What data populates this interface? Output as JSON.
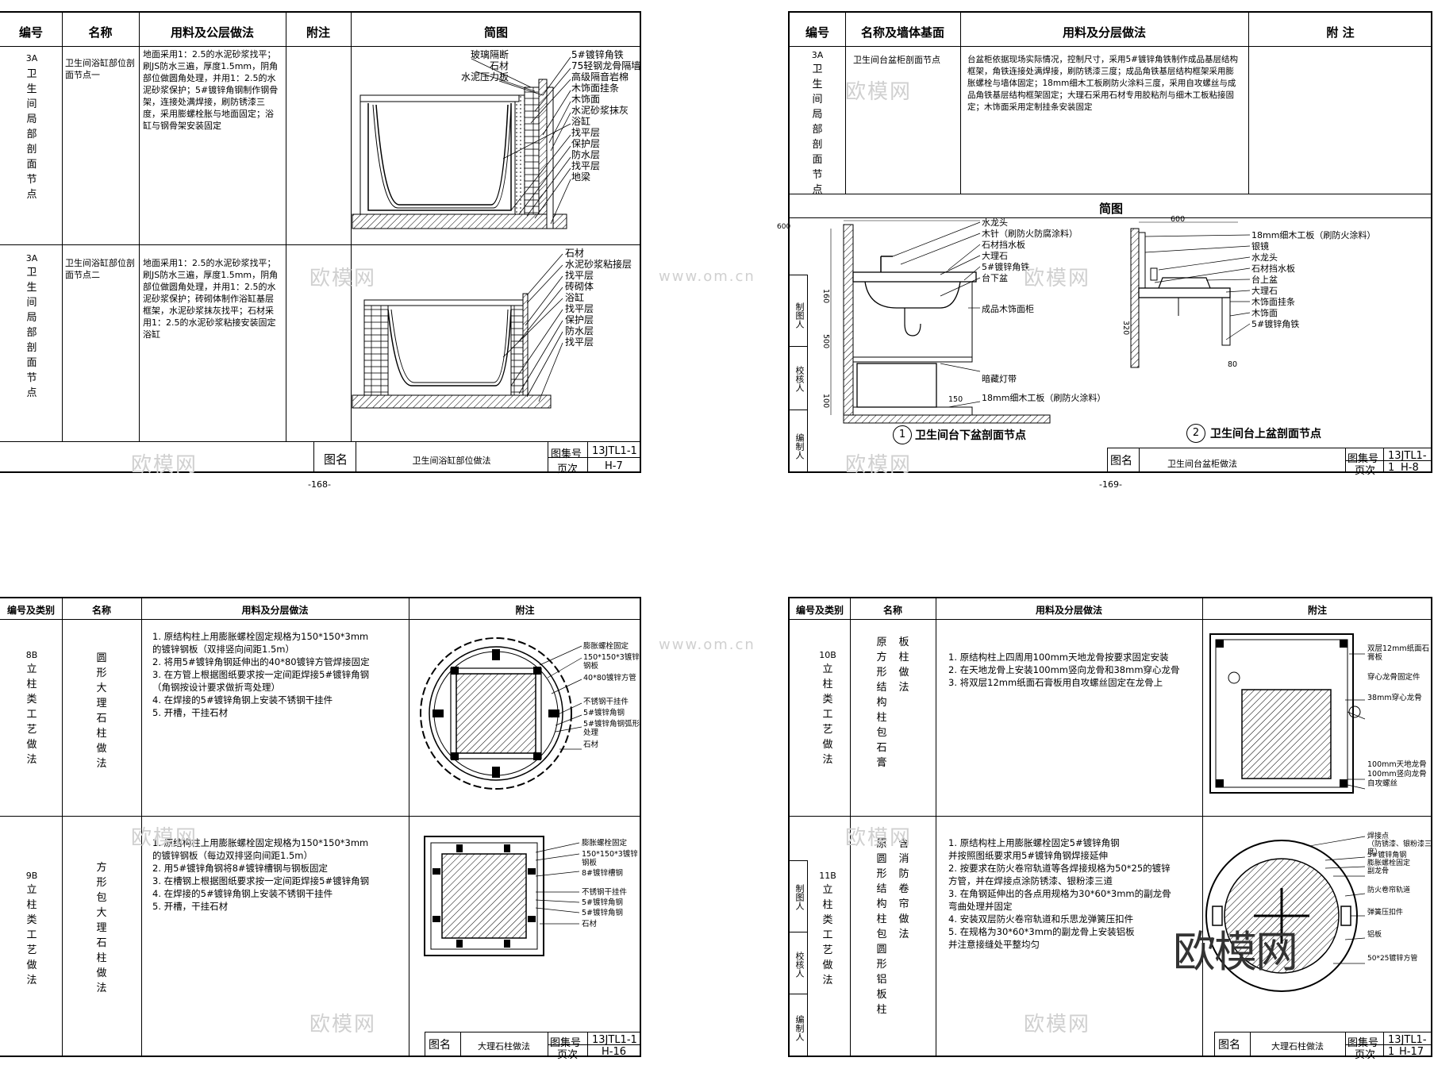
{
  "sheet_tl": {
    "headers": [
      "编号",
      "名称",
      "用料及公层做法",
      "附注",
      "简图"
    ],
    "row1": {
      "code": "3A",
      "category": "卫生间局部剖面节点",
      "name": "卫生间浴缸部位剖面节点一",
      "method": "地面采用1：2.5的水泥砂浆找平；刷JS防水三遍，厚度1.5mm，阴角部位做圆角处理，并用1：2.5的水泥砂浆保护；5#镀锌角钢制作钢骨架，连接处满焊接，刷防锈漆三度，采用膨螺栓胀与地面固定；浴缸与钢骨架安装固定",
      "labels": [
        "玻璃隔断",
        "石材",
        "水泥压力板",
        "5#镀锌角铁",
        "75轻钢龙骨隔墙",
        "高级隔音岩棉",
        "木饰面挂条",
        "木饰面",
        "水泥砂浆抹灰",
        "浴缸",
        "找平层",
        "保护层",
        "防水层",
        "找平层",
        "地梁"
      ]
    },
    "row2": {
      "code": "3A",
      "category": "卫生间局部剖面节点",
      "name": "卫生间浴缸部位剖面节点二",
      "method": "地面采用1：2.5的水泥砂浆找平；刷JS防水三遍，厚度1.5mm，阴角部位做圆角处理，并用1：2.5的水泥砂浆保护；砖砌体制作浴缸基层框架，水泥砂浆抹灰找平；石材采用1：2.5的水泥砂浆粘接安装固定浴缸",
      "labels": [
        "石材",
        "水泥砂浆粘接层",
        "找平层",
        "砖砌体",
        "浴缸",
        "找平层",
        "保护层",
        "防水层",
        "找平层"
      ]
    },
    "title_label": "图名",
    "title": "卫生间浴缸部位做法",
    "atlas_label": "图集号",
    "atlas": "13JTL1-1",
    "page_label": "页次",
    "page": "H-7",
    "page_number": "-168-"
  },
  "sheet_tr": {
    "headers": [
      "编号",
      "名称及墙体基面",
      "用料及分层做法",
      "附 注"
    ],
    "code": "3A",
    "category": "卫生间局部剖面节点",
    "name": "卫生间台盆柜剖面节点",
    "method": "台盆柜依据现场实际情况，控制尺寸，采用5#镀锌角铁制作成品基层结构框架，角铁连接处满焊接，刷防锈漆三度；成品角铁基层结构框架采用膨胀螺栓与墙体固定；18mm细木工板刷防火涂料三度，采用自攻螺丝与成品角铁基层结构框架固定；大理石采用石材专用胶粘剂与细木工板粘接固定；木饰面采用定制挂条安装固定",
    "diagram_header": "简图",
    "left_labels": [
      "水龙头",
      "木针（刷防火防腐涂料）",
      "石材挡水板",
      "大理石",
      "5#镀锌角铁",
      "台下盆",
      "成品木饰面柜",
      "暗藏灯带",
      "18mm细木工板（刷防火涂料）"
    ],
    "right_labels": [
      "18mm细木工板（刷防火涂料）",
      "银镜",
      "水龙头",
      "石材挡水板",
      "台上盆",
      "大理石",
      "木饰面挂条",
      "木饰面",
      "5#镀锌角铁"
    ],
    "dims_left": [
      "600",
      "160",
      "500",
      "100",
      "150"
    ],
    "dims_right": [
      "600",
      "320",
      "80"
    ],
    "caption1_num": "1",
    "caption1": "卫生间台下盆剖面节点",
    "caption2_num": "2",
    "caption2": "卫生间台上盆剖面节点",
    "side_stamps": [
      "制图人",
      "校核人",
      "编制人"
    ],
    "title_label": "图名",
    "title": "卫生间台盆柜做法",
    "atlas_label": "图集号",
    "atlas": "13JTL1-1",
    "page_label": "页次",
    "page": "H-8",
    "page_number": "-169-"
  },
  "sheet_bl": {
    "headers": [
      "编号及类别",
      "名称",
      "用料及分层做法",
      "附注"
    ],
    "row1": {
      "code": "8B",
      "category": "立柱类工艺做法",
      "name": "圆形大理石柱做法",
      "steps": [
        "1. 原结构柱上用膨胀螺栓固定规格为150*150*3mm",
        "   的镀锌钢板（双排竖向间距1.5m）",
        "2. 将用5#镀锌角钢延伸出的40*80镀锌方管焊接固定",
        "3. 在方管上根据图纸要求按一定间距焊接5#镀锌角钢",
        "   （角钢按设计要求做折弯处理）",
        "4. 在焊接的5#镀锌角钢上安装不锈钢干挂件",
        "5. 开槽，干挂石材"
      ],
      "labels": [
        "膨胀螺栓固定",
        "150*150*3镀锌钢板",
        "40*80镀锌方管",
        "不锈钢干挂件",
        "5#镀锌角钢",
        "5#镀锌角钢弧形处理",
        "石材"
      ]
    },
    "row2": {
      "code": "9B",
      "category": "立柱类工艺做法",
      "name": "方形包大理石柱做法",
      "steps": [
        "1. 原结构柱上用膨胀螺栓固定规格为150*150*3mm",
        "   的镀锌钢板（每边双排竖向间距1.5m）",
        "2. 用5#镀锌角钢将8#镀锌槽钢与钢板固定",
        "3. 在槽钢上根据图纸要求按一定间距焊接5#镀锌角钢",
        "4. 在焊接的5#镀锌角钢上安装不锈钢干挂件",
        "5. 开槽，干挂石材"
      ],
      "labels": [
        "膨胀螺栓固定",
        "150*150*3镀锌钢板",
        "8#镀锌槽钢",
        "不锈钢干挂件",
        "5#镀锌角钢",
        "5#镀锌角钢",
        "石材"
      ]
    },
    "title_label": "图名",
    "title": "大理石柱做法",
    "atlas_label": "图集号",
    "atlas": "13JTL1-1",
    "page_label": "页次",
    "page": "H-16"
  },
  "sheet_br": {
    "headers": [
      "编号及类别",
      "名称",
      "用料及分层做法",
      "附注"
    ],
    "row1": {
      "code": "10B",
      "category": "立柱类工艺做法",
      "name_a": "原方形结构柱包石膏",
      "name_b": "板柱做法",
      "steps": [
        "1. 原结构柱上四周用100mm天地龙骨按要求固定安装",
        "2. 在天地龙骨上安装100mm竖向龙骨和38mm穿心龙骨",
        "3. 将双层12mm纸面石膏板用自攻螺丝固定在龙骨上"
      ],
      "labels": [
        "双层12mm纸面石膏板",
        "穿心龙骨固定件",
        "38mm穿心龙骨",
        "100mm天地龙骨",
        "100mm竖向龙骨",
        "自攻螺丝"
      ]
    },
    "row2": {
      "code": "11B",
      "category": "立柱类工艺做法",
      "name_a": "原圆形结构柱包圆形铝板柱",
      "name_b": "含消防卷帘做法",
      "steps": [
        "1. 原结构柱上用膨胀螺栓固定5#镀锌角钢",
        "   并按照图纸要求用5#镀锌角钢焊接延伸",
        "2. 按要求在防火卷帘轨道等各焊接规格为50*25的镀锌",
        "   方管，并在焊接点涂防锈漆、银粉漆三道",
        "3. 在角钢延伸出的各点用规格为30*60*3mm的副龙骨",
        "   弯曲处理并固定",
        "4. 安装双层防火卷帘轨道和乐思龙弹簧压扣件",
        "5. 在规格为30*60*3mm的副龙骨上安装铝板",
        "   并注意接缝处平整均匀"
      ],
      "labels": [
        "焊接点",
        "（防锈漆、银粉漆三度）",
        "5#镀锌角钢",
        "膨胀螺栓固定",
        "副龙骨",
        "防火卷帘轨道",
        "弹簧压扣件",
        "铝板",
        "50*25镀锌方管"
      ]
    },
    "side_stamps": [
      "制图人",
      "校核人",
      "编制人"
    ],
    "title_label": "图名",
    "title": "大理石柱做法",
    "atlas_label": "图集号",
    "atlas": "13JTL1-1",
    "page_label": "页次",
    "page": "H-17"
  },
  "watermark": "欧模网",
  "watermark_url": "www.om.cn"
}
